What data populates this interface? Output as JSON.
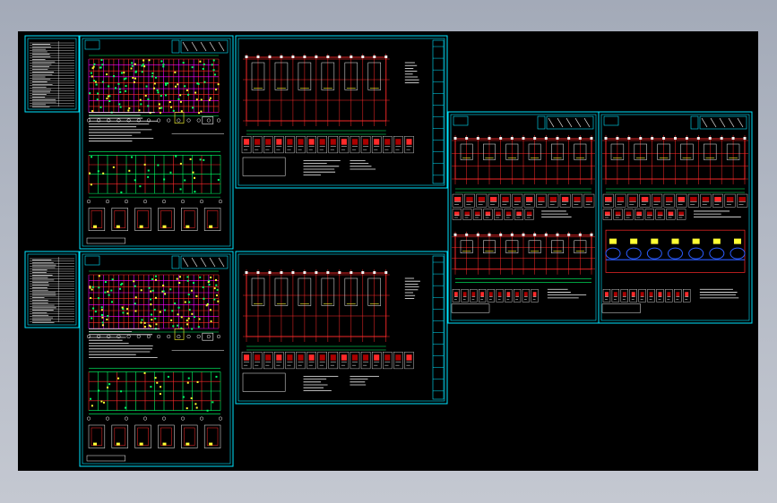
{
  "viewport": {
    "background": "#000000",
    "colors": {
      "frame": "#00e5ff",
      "grid": "#ff2a2a",
      "grid_alt": "#ff00ff",
      "dims": "#00ff66",
      "text": "#f2f2f2",
      "yellow": "#ffff33",
      "blue": "#2b5cff"
    }
  },
  "drawing_sheets": [
    {
      "id": "index-a",
      "kind": "index"
    },
    {
      "id": "sheet-a1",
      "kind": "foundation"
    },
    {
      "id": "sheet-a2",
      "kind": "floor-plan"
    },
    {
      "id": "index-b",
      "kind": "index"
    },
    {
      "id": "sheet-b1",
      "kind": "foundation"
    },
    {
      "id": "sheet-b2",
      "kind": "floor-plan"
    },
    {
      "id": "sheet-c1",
      "kind": "floor-plan-double"
    },
    {
      "id": "sheet-c2",
      "kind": "floor-plan-double"
    }
  ]
}
